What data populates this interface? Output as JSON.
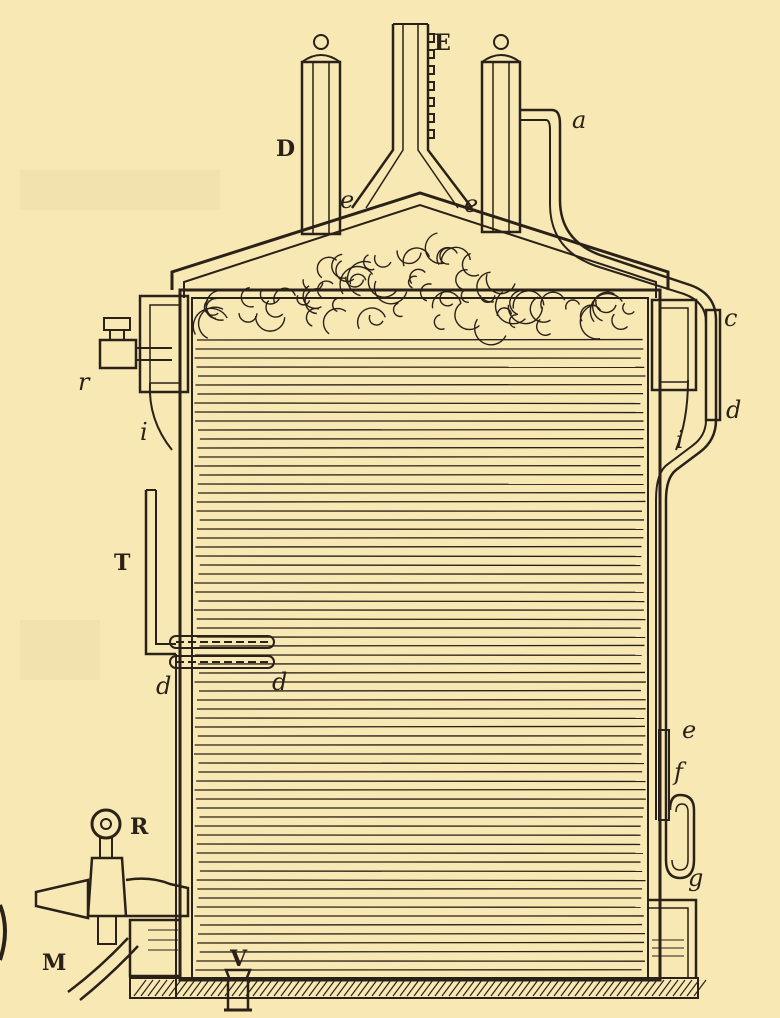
{
  "labels": {
    "D": "D",
    "E": "E",
    "a": "a",
    "e_left": "e",
    "e_right": "e",
    "c": "c",
    "d_right": "d",
    "r": "r",
    "i_left": "i",
    "i_right": "i",
    "T": "T",
    "d_lower_left": "d",
    "d_lower_right": "d",
    "e_lower": "e",
    "f": "f",
    "g": "g",
    "R": "R",
    "M": "M",
    "V": "V"
  },
  "colors": {
    "paper": "#f8e8b4",
    "ink": "#2a2118"
  }
}
